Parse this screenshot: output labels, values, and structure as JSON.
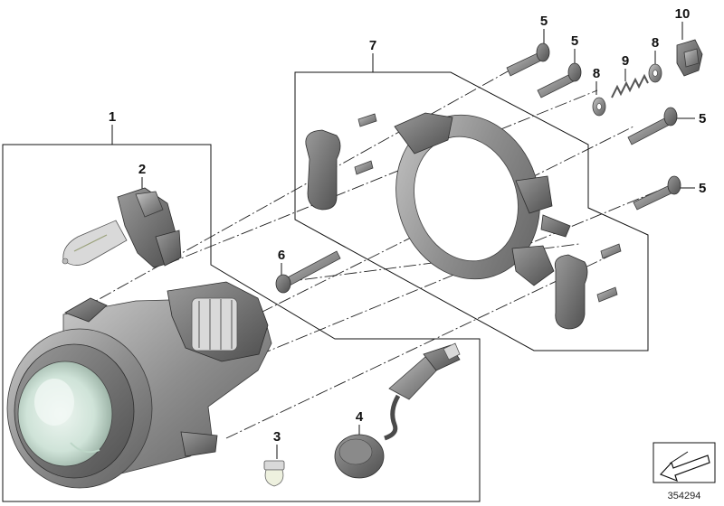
{
  "diagram": {
    "callouts": [
      {
        "id": "1",
        "label": "1"
      },
      {
        "id": "2",
        "label": "2"
      },
      {
        "id": "3",
        "label": "3"
      },
      {
        "id": "4",
        "label": "4"
      },
      {
        "id": "5a",
        "label": "5"
      },
      {
        "id": "5b",
        "label": "5"
      },
      {
        "id": "5c",
        "label": "5"
      },
      {
        "id": "5d",
        "label": "5"
      },
      {
        "id": "6",
        "label": "6"
      },
      {
        "id": "7",
        "label": "7"
      },
      {
        "id": "8a",
        "label": "8"
      },
      {
        "id": "8b",
        "label": "8"
      },
      {
        "id": "9",
        "label": "9"
      },
      {
        "id": "10",
        "label": "10"
      }
    ],
    "reference_number": "354294",
    "colors": {
      "part_dark": "#6f6f6f",
      "part_mid": "#9a9a9a",
      "part_light": "#cfcfcf",
      "lens_tint": "#cfe3d8",
      "line": "#111111"
    }
  }
}
